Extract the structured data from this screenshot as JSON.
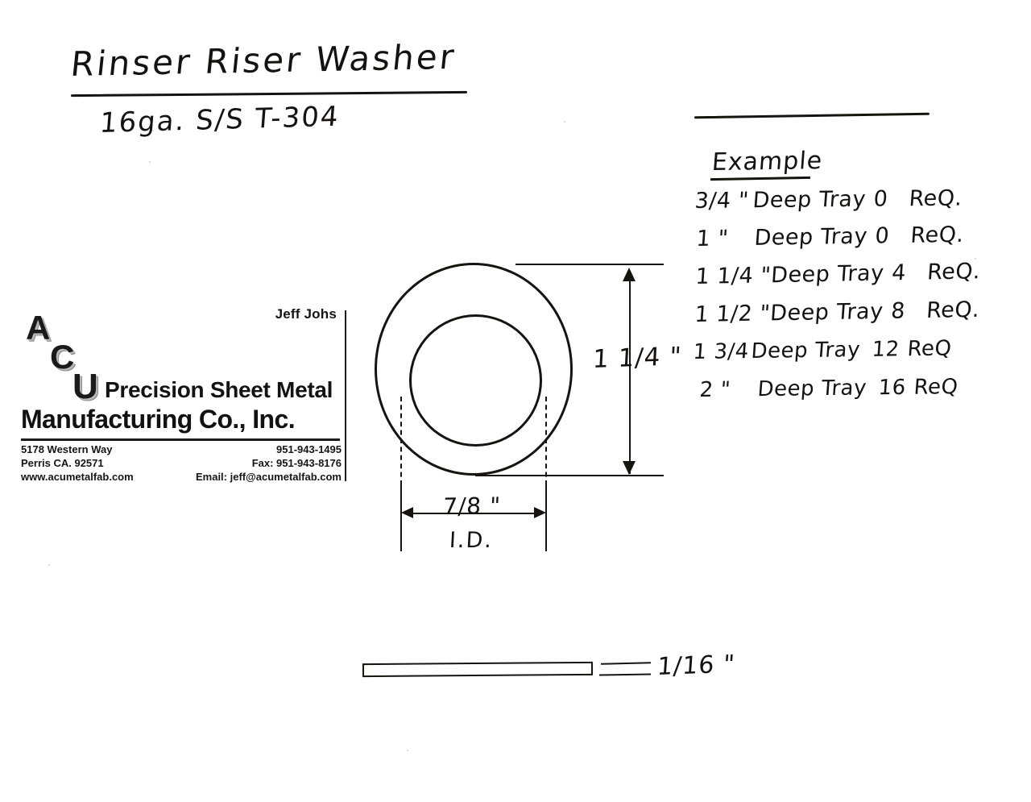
{
  "document": {
    "title": "Rinser Riser Washer",
    "material_spec": "16ga. S/S T-304"
  },
  "company": {
    "contact_name": "Jeff Johs",
    "logo_letters": [
      "A",
      "C",
      "U"
    ],
    "tagline_line1": "Precision Sheet Metal",
    "tagline_line2": "Manufacturing Co., Inc.",
    "address_line1": "5178 Western Way",
    "address_line2": "Perris CA. 92571",
    "website": "www.acumetalfab.com",
    "phone": "951-943-1495",
    "fax": "Fax: 951-943-8176",
    "email": "Email: jeff@acumetalfab.com"
  },
  "drawing": {
    "outer_diameter": "1 1/4 \"",
    "inner_diameter": "7/8 \"",
    "inner_diameter_label": "I.D.",
    "thickness": "1/16 \""
  },
  "notes": {
    "heading": "Example",
    "rows": [
      {
        "size": "3/4 \"",
        "desc": "Deep Tray",
        "qty": "0",
        "req": "ReQ."
      },
      {
        "size": "1 \"",
        "desc": "Deep Tray",
        "qty": "0",
        "req": "ReQ."
      },
      {
        "size": "1 1/4 \"",
        "desc": "Deep Tray",
        "qty": "4",
        "req": "ReQ."
      },
      {
        "size": "1 1/2 \"",
        "desc": "Deep Tray",
        "qty": "8",
        "req": "ReQ."
      },
      {
        "size": "1 3/4",
        "desc": "Deep Tray",
        "qty": "12",
        "req": "ReQ"
      },
      {
        "size": "2 \"",
        "desc": "Deep Tray",
        "qty": "16",
        "req": "ReQ"
      }
    ]
  },
  "colors": {
    "ink": "#17140f",
    "paper": "#ffffff",
    "print_black": "#111111"
  }
}
